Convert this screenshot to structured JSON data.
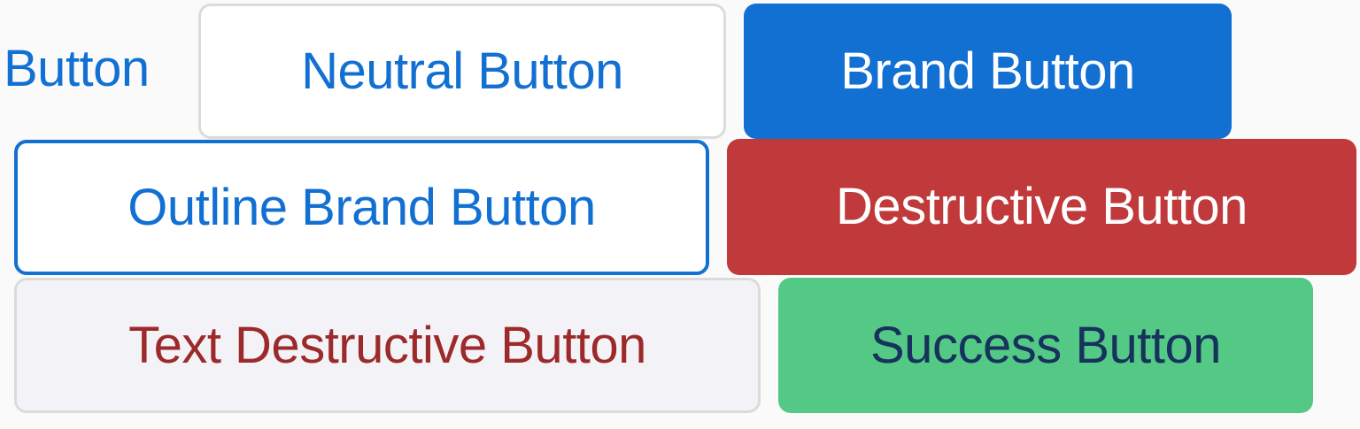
{
  "colors": {
    "brand": "#1270d3",
    "brand_text": "#1270d3",
    "destructive": "#c0393b",
    "text_destructive": "#9d2a2b",
    "success": "#53c985",
    "success_text": "#17325c",
    "white": "#ffffff"
  },
  "buttons": {
    "base": "Button",
    "neutral": "Neutral Button",
    "brand": "Brand Button",
    "outline_brand": "Outline Brand Button",
    "destructive": "Destructive Button",
    "text_destructive": "Text Destructive Button",
    "success": "Success Button"
  }
}
